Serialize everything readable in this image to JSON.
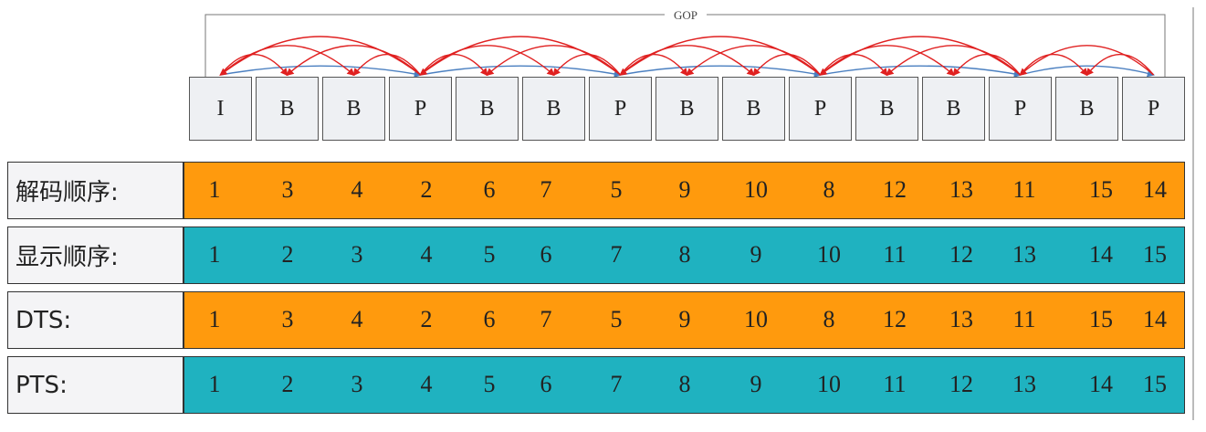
{
  "gop_label": "GOP",
  "frames": [
    "I",
    "B",
    "B",
    "P",
    "B",
    "B",
    "P",
    "B",
    "B",
    "P",
    "B",
    "B",
    "P",
    "B",
    "P"
  ],
  "rows": [
    {
      "label": "解码顺序:",
      "color": "#ff9a0d",
      "values": [
        "1",
        "3",
        "4",
        "2",
        "6",
        "7",
        "5",
        "9",
        "10",
        "8",
        "12",
        "13",
        "11",
        "15",
        "14"
      ]
    },
    {
      "label": "显示顺序:",
      "color": "#1fb2c0",
      "values": [
        "1",
        "2",
        "3",
        "4",
        "5",
        "6",
        "7",
        "8",
        "9",
        "10",
        "11",
        "12",
        "13",
        "14",
        "15"
      ]
    },
    {
      "label": "DTS:",
      "color": "#ff9a0d",
      "values": [
        "1",
        "3",
        "4",
        "2",
        "6",
        "7",
        "5",
        "9",
        "10",
        "8",
        "12",
        "13",
        "11",
        "15",
        "14"
      ]
    },
    {
      "label": "PTS:",
      "color": "#1fb2c0",
      "values": [
        "1",
        "2",
        "3",
        "4",
        "5",
        "6",
        "7",
        "8",
        "9",
        "10",
        "11",
        "12",
        "13",
        "14",
        "15"
      ]
    }
  ],
  "colors": {
    "arrow_red": "#e02020",
    "arrow_blue": "#4a7fc0"
  }
}
